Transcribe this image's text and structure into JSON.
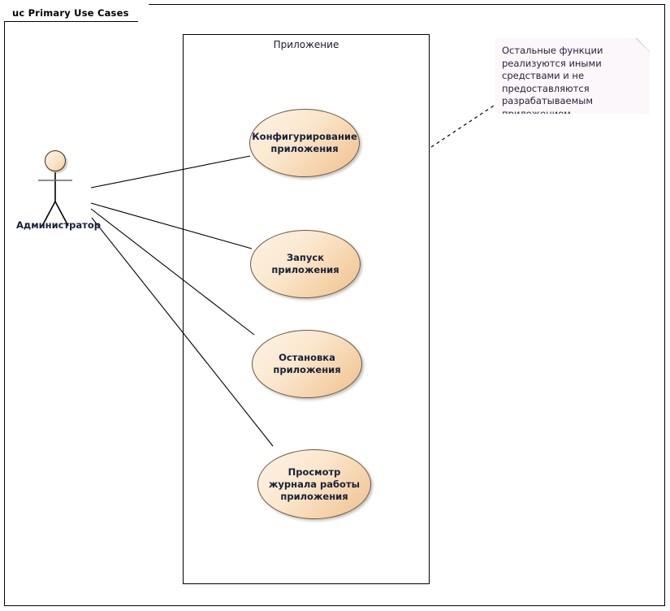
{
  "frame": {
    "title": "uc Primary Use Cases"
  },
  "boundary": {
    "label": "Приложение"
  },
  "actor": {
    "name": "Администратор",
    "icon": "stick-figure-actor-icon"
  },
  "use_cases": [
    {
      "id": "configure",
      "label": "Конфигурирование приложения"
    },
    {
      "id": "start",
      "label": "Запуск приложения"
    },
    {
      "id": "stop",
      "label": "Остановка приложения"
    },
    {
      "id": "view-log",
      "label": "Просмотр журнала работы приложения"
    }
  ],
  "note": {
    "text": "Остальные функции реализуются иными средствами и не предоставляются разрабатываемым приложением"
  },
  "colors": {
    "usecase_fill_light": "#fdf3e6",
    "usecase_fill_dark": "#edc194",
    "usecase_stroke": "#6b5a42",
    "note_fill": "#fbf7fa",
    "line": "#000000",
    "text": "#16213a"
  }
}
